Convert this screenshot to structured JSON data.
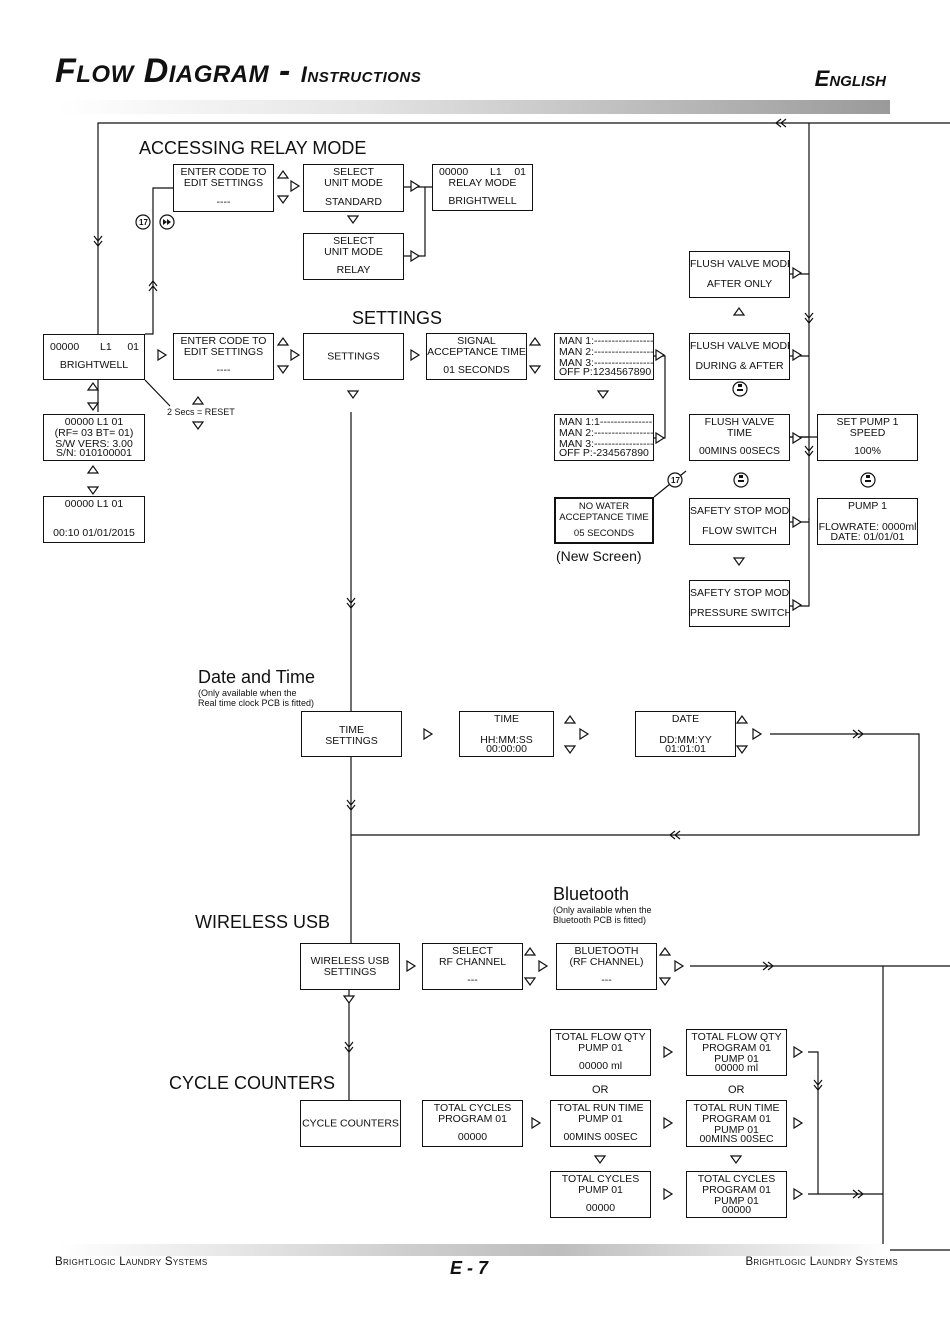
{
  "header": {
    "title_main": "Flow Diagram -",
    "title_sub": "Instructions",
    "language": "English"
  },
  "footer": {
    "left": "Brightlogic Laundry Systems",
    "right": "Brightlogic Laundry Systems",
    "page": "E - 7"
  },
  "sections": {
    "relay": "ACCESSING RELAY MODE",
    "settings": "SETTINGS",
    "date_time": "Date and Time",
    "date_time_note1": "(Only available when the",
    "date_time_note2": "Real time clock PCB is fitted)",
    "wireless": "WIRELESS USB",
    "bluetooth": "Bluetooth",
    "bluetooth_note1": "(Only available when the",
    "bluetooth_note2": "Bluetooth PCB is fitted)",
    "cycle": "CYCLE COUNTERS"
  },
  "misc": {
    "reset": "2 Secs = RESET",
    "new_screen": "(New Screen)",
    "or1": "OR",
    "or2": "OR"
  },
  "boxes": {
    "relay_code": [
      "ENTER CODE TO",
      "EDIT SETTINGS",
      "----"
    ],
    "unit_standard": [
      "SELECT",
      "UNIT MODE",
      "STANDARD"
    ],
    "relay_mode": [
      "00000",
      "L1",
      "01",
      "RELAY MODE",
      "BRIGHTWELL"
    ],
    "unit_relay": [
      "SELECT",
      "UNIT MODE",
      "RELAY"
    ],
    "main": [
      "00000",
      "L1",
      "01",
      "BRIGHTWELL"
    ],
    "set_code": [
      "ENTER CODE TO",
      "EDIT SETTINGS",
      "----"
    ],
    "settings": [
      "SETTINGS"
    ],
    "signal": [
      "SIGNAL",
      "ACCEPTANCE TIME",
      "01 SECONDS"
    ],
    "man_a": [
      "MAN 1:------------------",
      "MAN 2:------------------",
      "MAN 3:------------------",
      "OFF P:1234567890"
    ],
    "man_b": [
      "MAN 1:1---------------",
      "MAN 2:-----------------",
      "MAN 3:-----------------",
      "OFF P:-234567890"
    ],
    "no_water": [
      "NO WATER",
      "ACCEPTANCE TIME",
      "05 SECONDS"
    ],
    "info": [
      "00000 L1    01",
      "(RF= 03 BT= 01)",
      "S/W VERS:    3.00",
      "S/N: 010100001"
    ],
    "clock": [
      "00000 L1      01",
      "00:10 01/01/2015"
    ],
    "flush_after": [
      "FLUSH VALVE MODE",
      "AFTER ONLY"
    ],
    "flush_during": [
      "FLUSH VALVE MODE",
      "DURING & AFTER"
    ],
    "flush_time": [
      "FLUSH VALVE",
      "TIME",
      "00MINS 00SECS"
    ],
    "pump_speed": [
      "SET PUMP 1",
      "SPEED",
      "100%"
    ],
    "safety_flow": [
      "SAFETY STOP MODE",
      "FLOW SWITCH"
    ],
    "pump1": [
      "PUMP 1",
      "FLOWRATE: 0000ml",
      "DATE: 01/01/01"
    ],
    "safety_pressure": [
      "SAFETY STOP MODE",
      "PRESSURE SWITCH"
    ],
    "time_settings": [
      "TIME",
      "SETTINGS"
    ],
    "time": [
      "TIME",
      "HH:MM:SS",
      "00:00:00"
    ],
    "date": [
      "DATE",
      "DD:MM:YY",
      "01:01:01"
    ],
    "wireless_settings": [
      "WIRELESS USB",
      "SETTINGS"
    ],
    "rf_channel": [
      "SELECT",
      "RF CHANNEL",
      "---"
    ],
    "bt_channel": [
      "BLUETOOTH",
      "(RF CHANNEL)",
      "---"
    ],
    "cycle_counters": [
      "CYCLE COUNTERS"
    ],
    "total_cycles_prog": [
      "TOTAL CYCLES",
      "PROGRAM 01",
      "00000"
    ],
    "flow_qty_pump": [
      "TOTAL FLOW QTY",
      "PUMP 01",
      "00000 ml"
    ],
    "flow_qty_prog": [
      "TOTAL FLOW QTY",
      "PROGRAM 01",
      "PUMP 01",
      "00000 ml"
    ],
    "run_time_pump": [
      "TOTAL RUN TIME",
      "PUMP 01",
      "00MINS 00SEC"
    ],
    "run_time_prog": [
      "TOTAL RUN TIME",
      "PROGRAM 01",
      "PUMP 01",
      "00MINS 00SEC"
    ],
    "cycles_pump": [
      "TOTAL CYCLES",
      "PUMP 01",
      "00000"
    ],
    "cycles_prog_pump": [
      "TOTAL CYCLES",
      "PROGRAM 01",
      "PUMP 01",
      "00000"
    ]
  }
}
